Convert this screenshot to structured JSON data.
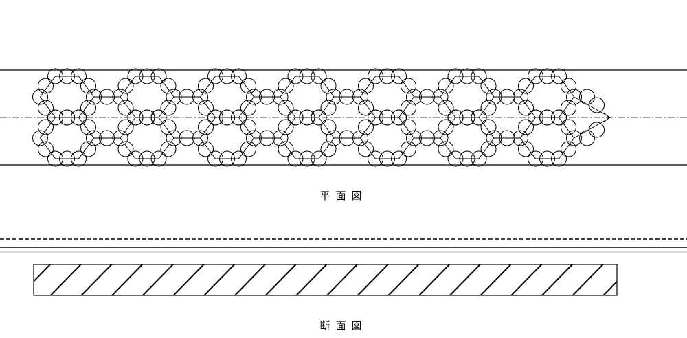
{
  "plan": {
    "caption": "平面図",
    "unit_count": 7
  },
  "section": {
    "caption": "断面図"
  }
}
